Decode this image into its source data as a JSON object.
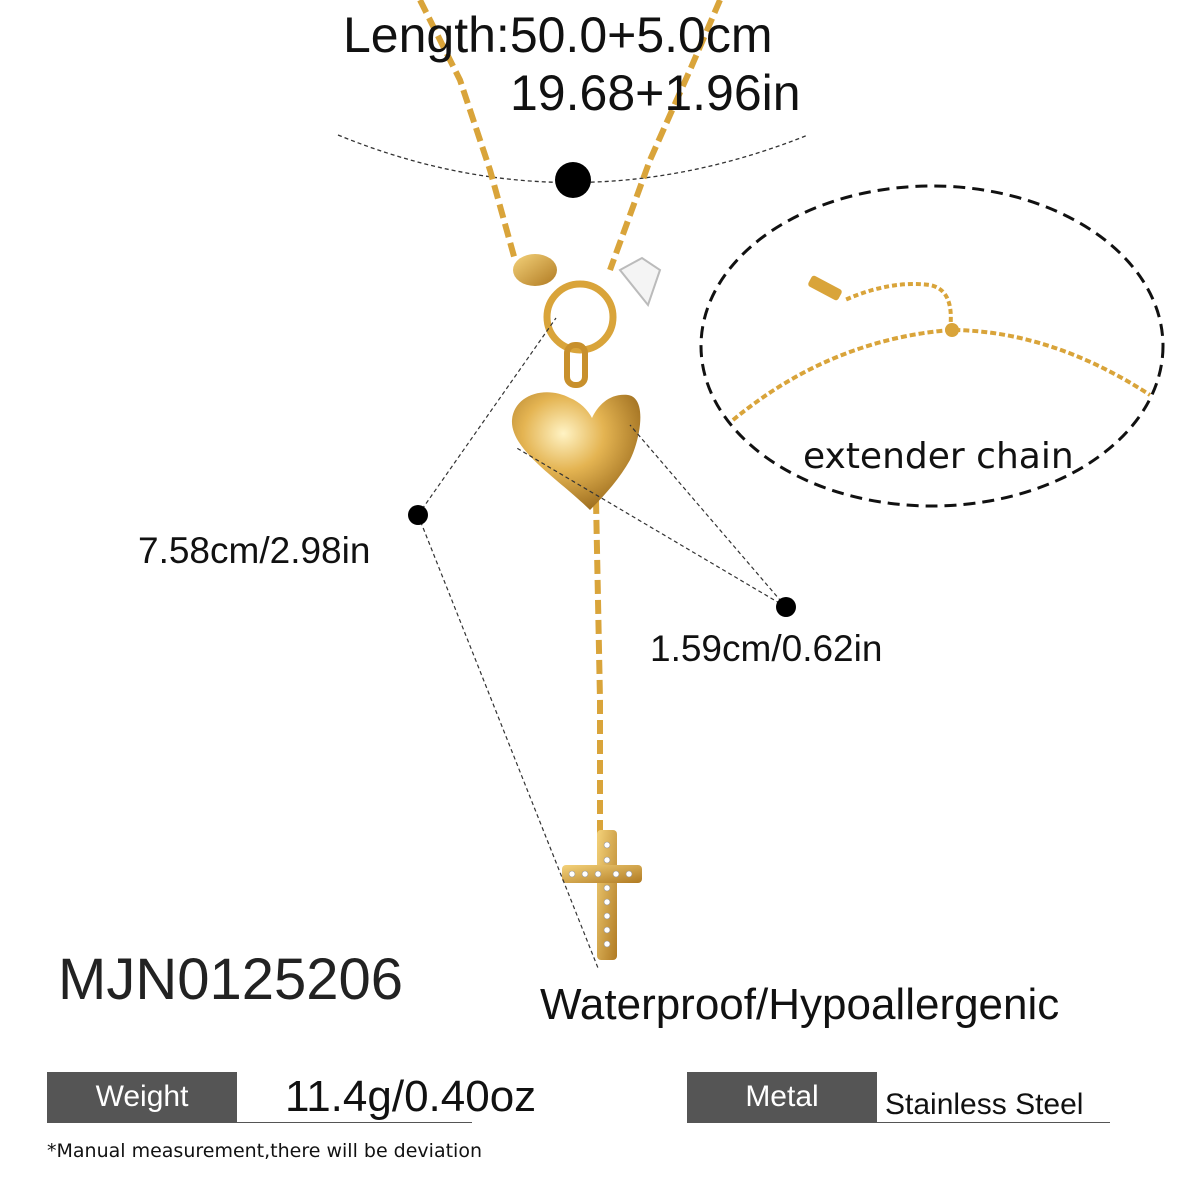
{
  "measurements": {
    "length_cm": "Length:50.0+5.0cm",
    "length_in": "19.68+1.96in",
    "pendant_drop": "7.58cm/2.98in",
    "heart_size": "1.59cm/0.62in"
  },
  "extender_label": "extender chain",
  "product_code": "MJN0125206",
  "features": "Waterproof/Hypoallergenic",
  "specs": {
    "weight_label": "Weight",
    "weight_value": "11.4g/0.40oz",
    "metal_label": "Metal",
    "metal_value": "Stainless Steel"
  },
  "note": "*Manual measurement,there will be deviation",
  "colors": {
    "gold": "#d9a43a",
    "label_bg": "#555555"
  }
}
